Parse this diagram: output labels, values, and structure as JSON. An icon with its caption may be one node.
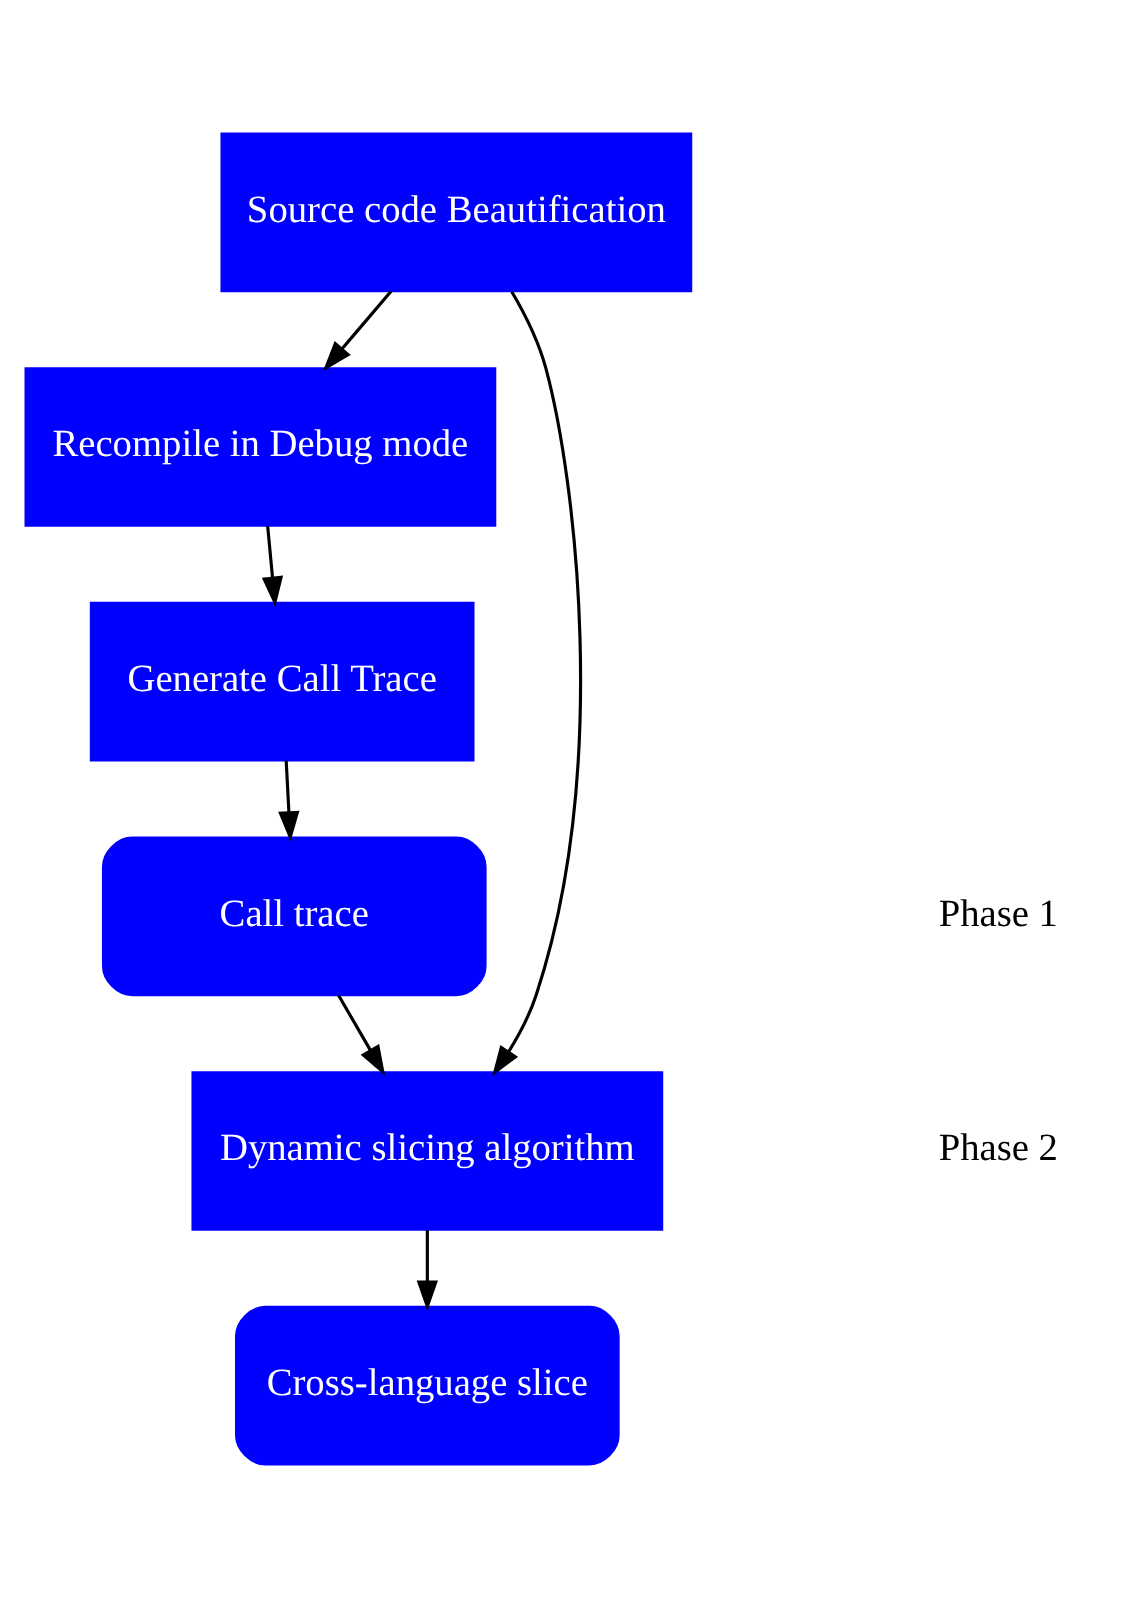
{
  "diagram": {
    "nodes": [
      {
        "text": [
          "Source code Beautification"
        ]
      },
      {
        "text": [
          "Recompile in Debug mode"
        ]
      },
      {
        "text": [
          "Generate Call Trace"
        ]
      },
      {
        "text": [
          "Call trace"
        ]
      },
      {
        "text": [
          "Dynamic slicing algorithm"
        ]
      },
      {
        "text": [
          "Cross-language slice"
        ]
      }
    ],
    "edges": [
      {
        "from": 0,
        "to": 1,
        "arrow": "to"
      },
      {
        "from": 1,
        "to": 2,
        "arrow": "to"
      },
      {
        "from": 2,
        "to": 3,
        "arrow": "to"
      },
      {
        "from": 3,
        "to": 4,
        "arrow": "to"
      },
      {
        "from": 0,
        "to": 4,
        "arrow": "to"
      },
      {
        "from": 4,
        "to": 5,
        "arrow": "to"
      }
    ],
    "labels": [
      "Phase 1",
      "Phase 2"
    ]
  }
}
